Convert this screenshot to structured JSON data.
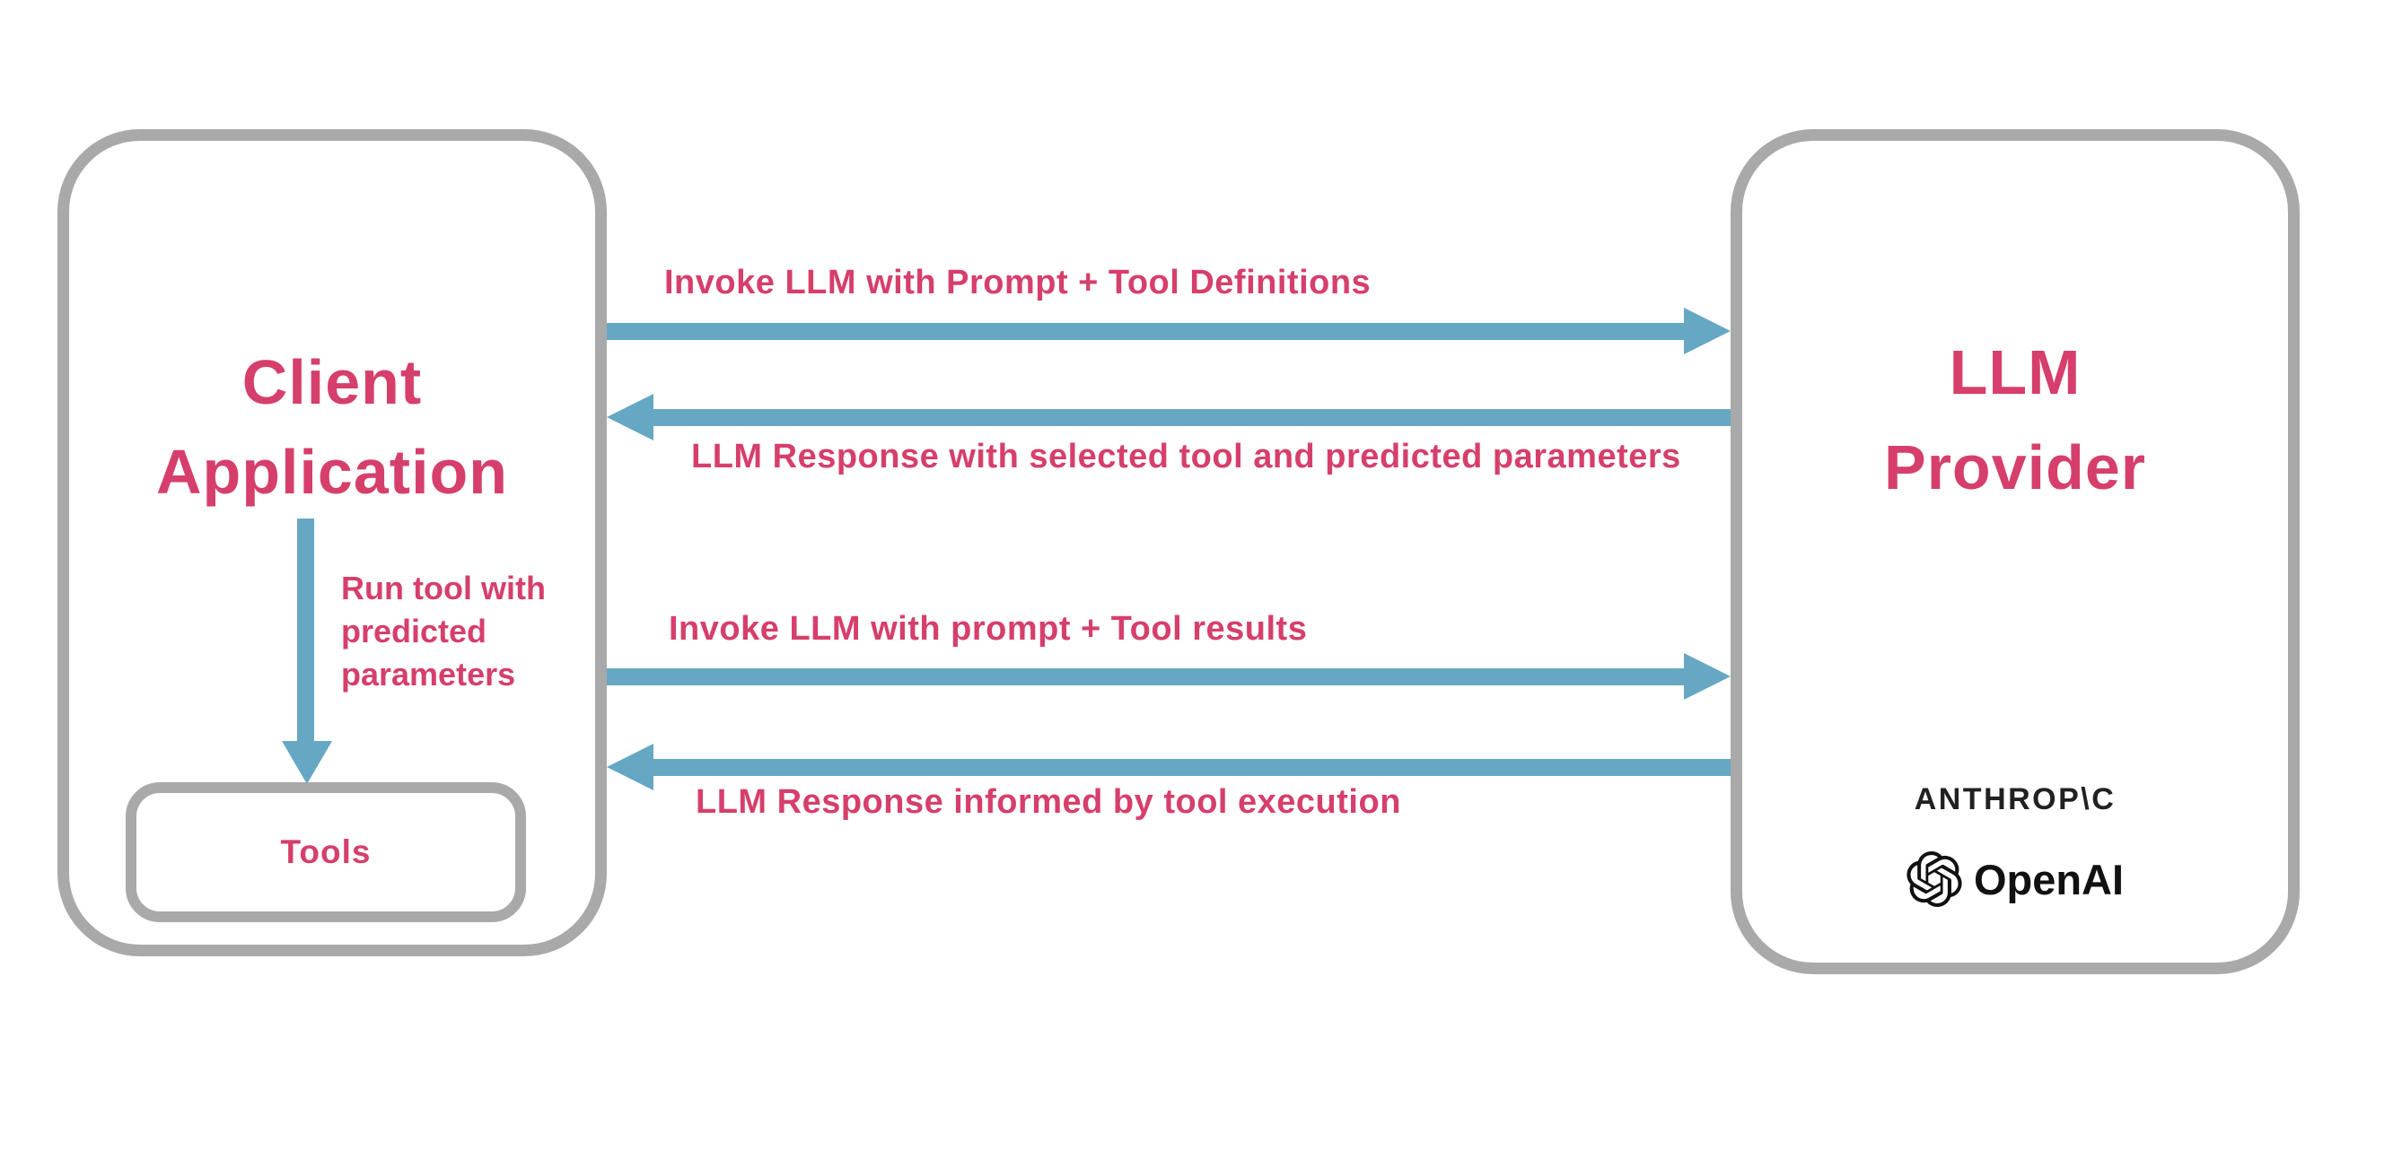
{
  "colors": {
    "pink": "#d63f6b",
    "blue": "#66a8c4",
    "gray": "#a9a9a9",
    "dark": "#212121",
    "bg": "#ffffff"
  },
  "client_box": {
    "title": "Client\nApplication",
    "tools_label": "Tools"
  },
  "llm_box": {
    "title": "LLM\nProvider",
    "providers": {
      "anthropic_wordmark": "ANTHROP\\C",
      "openai_wordmark": "OpenAI",
      "openai_icon": "openai-icon"
    }
  },
  "flows": {
    "request1": "Invoke LLM with Prompt + Tool Definitions",
    "response1": "LLM Response with selected tool and predicted parameters",
    "request2": "Invoke LLM with prompt + Tool results",
    "response2": "LLM Response informed by tool execution",
    "run_tool": "Run tool with\npredicted\nparameters"
  }
}
